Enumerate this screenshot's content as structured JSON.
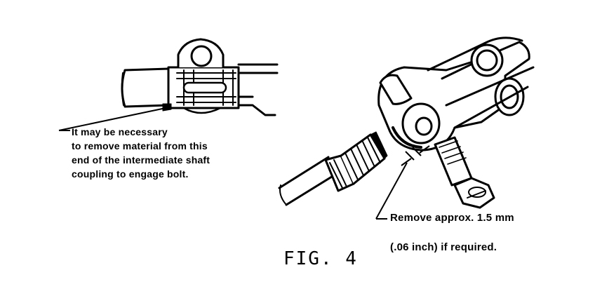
{
  "figure": {
    "label": "FIG. 4",
    "notes": {
      "left_lines": [
        "It may be necessary",
        "to remove material from this",
        "end of the intermediate shaft",
        "coupling to engage bolt."
      ],
      "right_line1": "Remove approx. 1.5 mm",
      "right_line2": "(.06 inch) if required."
    }
  },
  "colors": {
    "ink": "#000000",
    "paper": "#ffffff"
  }
}
